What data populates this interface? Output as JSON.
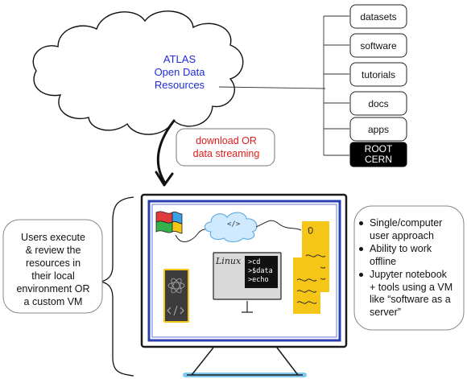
{
  "cloud": {
    "lines": [
      "ATLAS",
      "Open Data",
      "Resources"
    ],
    "text_color": "#1f2bd8"
  },
  "resources": [
    {
      "label": "datasets"
    },
    {
      "label": "software"
    },
    {
      "label": "tutorials"
    },
    {
      "label": "docs"
    },
    {
      "label": "apps"
    },
    {
      "label": "ROOT CERN",
      "lines": [
        "ROOT",
        "CERN"
      ],
      "dark": true
    }
  ],
  "download_box": {
    "lines": [
      "download OR",
      "data streaming"
    ],
    "text_color": "#e01b1b"
  },
  "users_box": {
    "lines": [
      "Users execute",
      "& review the",
      "resources in",
      "their local",
      "environment OR",
      "a custom VM"
    ]
  },
  "benefits": [
    {
      "lines": [
        "Single/computer",
        "user approach"
      ]
    },
    {
      "lines": [
        "Ability to work",
        "offline"
      ]
    },
    {
      "lines": [
        "Jupyter notebook",
        "+ tools using a VM",
        "like “software as a",
        "server”"
      ]
    }
  ],
  "screen": {
    "cloud_tag": "</>",
    "code_tag": "</>",
    "linux_label": "Linux",
    "terminal_lines": [
      ">cd",
      ">$data",
      ">echo"
    ]
  },
  "colors": {
    "monitor_border": "#1a1a1a",
    "screen_frame": "#2a3fb5",
    "sticky_note": "#f5c518",
    "phone": "#3c3c3c",
    "terminal": "#111111",
    "stand_glow": "#7ec8f0"
  },
  "icons": [
    "windows-flag-icon",
    "cloud-code-icon",
    "atom-icon",
    "code-icon",
    "linux-terminal-icon"
  ]
}
